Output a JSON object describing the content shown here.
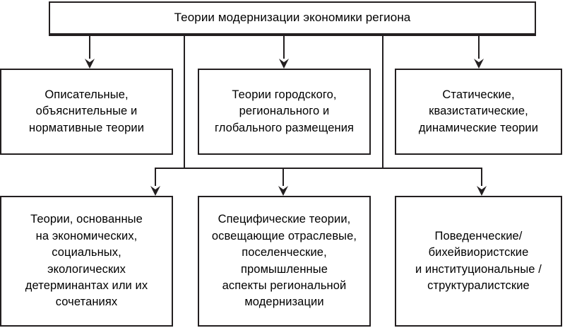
{
  "diagram": {
    "title": "Теории модернизации экономики региона",
    "root": {
      "id": "root",
      "label": "Теории модернизации экономики региона"
    },
    "level_two": [
      {
        "id": "descriptive",
        "label": "Описательные,\nобъяснительные и\nнормативные теории"
      },
      {
        "id": "location",
        "label": "Теории городского,\nрегионального и\nглобального размещения"
      },
      {
        "id": "static",
        "label": "Статические,\nквазистатические,\nдинамические теории"
      }
    ],
    "level_three": [
      {
        "id": "determinants",
        "label": "Теории, основанные\nна экономических,\nсоциальных,\nэкологических\nдетерминантах или их\nсочетаниях"
      },
      {
        "id": "specific",
        "label": "Специфические теории,\nосвещающие отраслевые,\nпоселенческие,\nпромышленные\nаспекты региональной\nмодернизации"
      },
      {
        "id": "behavioral",
        "label": "Поведенческие/\nбихейвиористские\nи институциональные /\nструктуралистские"
      }
    ],
    "colors": {
      "stroke": "#231f20",
      "fill": "#ffffff",
      "text": "#000000"
    }
  }
}
